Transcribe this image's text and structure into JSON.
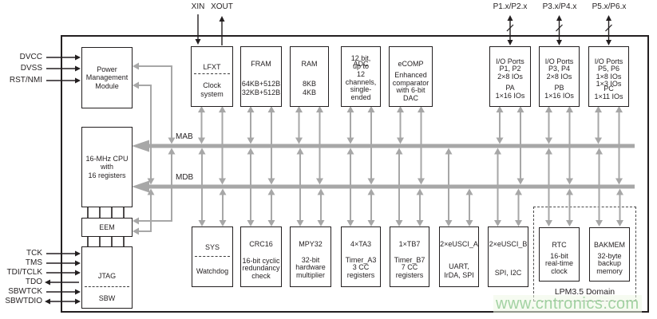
{
  "pins": {
    "dvcc": "DVCC",
    "dvss": "DVSS",
    "rst": "RST/NMI",
    "tck": "TCK",
    "tms": "TMS",
    "tdi": "TDI/TCLK",
    "tdo": "TDO",
    "sbwtck": "SBWTCK",
    "sbwtdio": "SBWTDIO",
    "xin": "XIN",
    "xout": "XOUT",
    "p12": "P1.x/P2.x",
    "p34": "P3.x/P4.x",
    "p56": "P5.x/P6.x"
  },
  "buses": {
    "mab": "MAB",
    "mdb": "MDB"
  },
  "blocks": {
    "pmm": {
      "body": "Power\nManagement\nModule"
    },
    "cpu": {
      "body": "16-MHz CPU\nwith\n16 registers"
    },
    "eem": {
      "title": "EEM"
    },
    "jtag": {
      "title": "JTAG",
      "sub": "SBW"
    },
    "lfxt": {
      "title": "LFXT",
      "body": "Clock\nsystem"
    },
    "fram": {
      "title": "FRAM",
      "body": "64KB+512B\n32KB+512B"
    },
    "ram": {
      "title": "RAM",
      "body": "8KB\n4KB"
    },
    "adc": {
      "title": "ADC",
      "body": "12 bit,\nup to\n12 channels,\nsingle-ended"
    },
    "ecomp": {
      "title": "eCOMP",
      "body": "Enhanced\ncomparator\nwith 6-bit\nDAC"
    },
    "io12": {
      "title": "I/O Ports\nP1, P2\n2×8 IOs",
      "body": "PA\n1×16 IOs"
    },
    "io34": {
      "title": "I/O Ports\nP3, P4\n2×8 IOs",
      "body": "PB\n1×16 IOs"
    },
    "io56": {
      "title": "I/O Ports\nP5, P6\n1×8 IOs\n1×3 IOs",
      "body": "PC\n1×11 IOs"
    },
    "sys": {
      "title": "SYS",
      "body": "Watchdog"
    },
    "crc": {
      "title": "CRC16",
      "body": "16-bit cyclic\nredundancy\ncheck"
    },
    "mpy": {
      "title": "MPY32",
      "body": "32-bit\nhardware\nmultiplier"
    },
    "ta3": {
      "title": "4×TA3",
      "body": "Timer_A3\n3 CC\nregisters"
    },
    "tb7": {
      "title": "1×TB7",
      "body": "Timer_B7\n7 CC\nregisters"
    },
    "uscia": {
      "title": "2×eUSCI_A",
      "body": "UART,\nIrDA, SPI"
    },
    "uscib": {
      "title": "2×eUSCI_B",
      "body": "SPI, I2C"
    },
    "rtc": {
      "title": "RTC",
      "body": "16-bit\nreal-time\nclock"
    },
    "bakmem": {
      "title": "BAKMEM",
      "body": "32-byte\nbackup\nmemory"
    }
  },
  "meta": {
    "lpm_domain": "LPM3.5 Domain",
    "watermark": "www.cntronics.com"
  },
  "colors": {
    "wire_gray": "#a7a7a7",
    "line_black": "#231f20",
    "watermark_green": "#a2d2a2"
  }
}
